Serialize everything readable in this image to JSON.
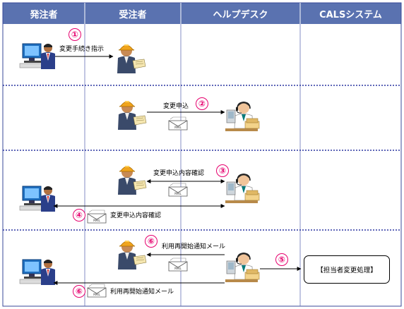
{
  "columns": [
    "発注者",
    "受注者",
    "ヘルプデスク",
    "CALSシステム"
  ],
  "colors": {
    "header_bg": "#5a72b0",
    "divider": "#2a35a0",
    "badge": "#e6006e"
  },
  "steps": {
    "s1": {
      "badge": "①",
      "label": "変更手続き指示"
    },
    "s2": {
      "badge": "②",
      "label": "変更申込"
    },
    "s3": {
      "badge": "③",
      "label": "変更申込内容確認"
    },
    "s4": {
      "badge": "④",
      "label": "変更申込内容確認"
    },
    "s5": {
      "badge": "⑤"
    },
    "s6a": {
      "badge": "⑥",
      "label": "利用再開始通知メール"
    },
    "s6b": {
      "badge": "⑥",
      "label": "利用再開始通知メール"
    }
  },
  "system_box": "【担当者変更処理】",
  "mail_icon_text": "MAIL",
  "icons": [
    "businessman-at-pc-icon",
    "worker-with-helmet-icon",
    "helpdesk-operator-icon",
    "mail-envelope-icon"
  ]
}
